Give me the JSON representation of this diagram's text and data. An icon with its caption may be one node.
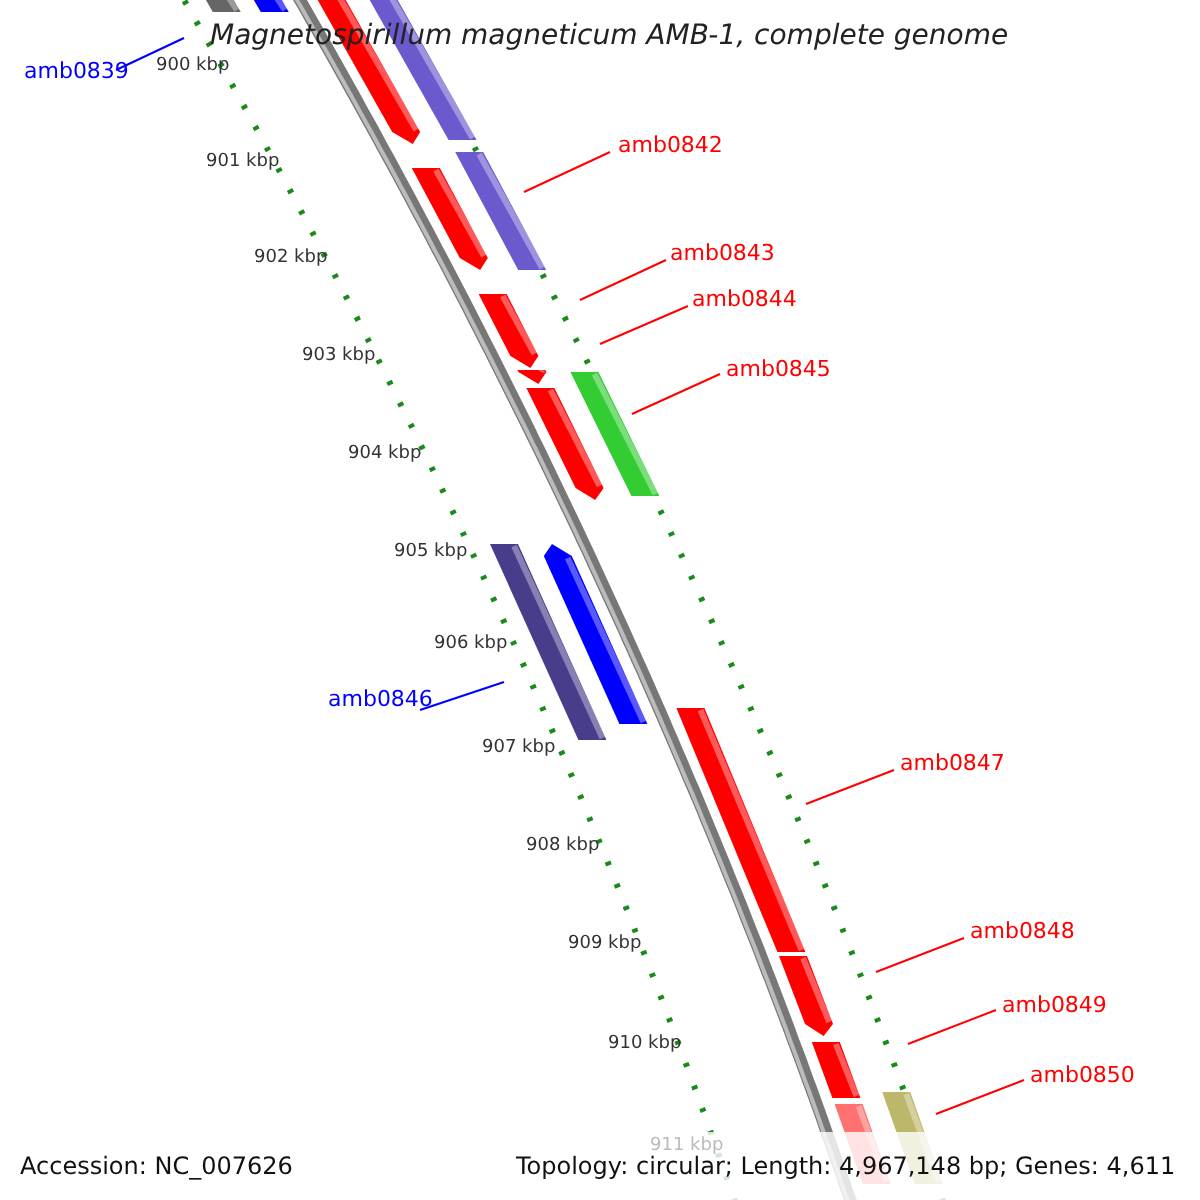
{
  "diagram": {
    "title": "Magnetospirillum magneticum AMB-1, complete genome",
    "nodes": [
      {
        "text": [
          "amb0839"
        ]
      },
      {
        "text": [
          "amb0842"
        ]
      },
      {
        "text": [
          "amb0843"
        ]
      },
      {
        "text": [
          "amb0844"
        ]
      },
      {
        "text": [
          "amb0845"
        ]
      },
      {
        "text": [
          "amb0846"
        ]
      },
      {
        "text": [
          "amb0847"
        ]
      },
      {
        "text": [
          "amb0848"
        ]
      },
      {
        "text": [
          "amb0849"
        ]
      },
      {
        "text": [
          "amb0850"
        ]
      }
    ],
    "edges": [
      {
        "from": 0,
        "to": null,
        "arrow": "none",
        "color": "#0000ff"
      },
      {
        "from": 1,
        "to": null,
        "arrow": "none"
      },
      {
        "from": 2,
        "to": null,
        "arrow": "none"
      },
      {
        "from": 3,
        "to": null,
        "arrow": "none"
      },
      {
        "from": 4,
        "to": null,
        "arrow": "none"
      },
      {
        "from": 5,
        "to": null,
        "arrow": "none",
        "color": "#0000ff"
      },
      {
        "from": 6,
        "to": null,
        "arrow": "none"
      },
      {
        "from": 7,
        "to": null,
        "arrow": "none"
      },
      {
        "from": 8,
        "to": null,
        "arrow": "none"
      },
      {
        "from": 9,
        "to": null,
        "arrow": "none"
      }
    ],
    "labels": [
      "900 kbp",
      "901 kbp",
      "902 kbp",
      "903 kbp",
      "904 kbp",
      "905 kbp",
      "906 kbp",
      "907 kbp",
      "908 kbp",
      "909 kbp",
      "910 kbp",
      "911 kbp",
      "Accession: NC_007626",
      "Topology: circular; Length: 4,967,148 bp; Genes: 4,611"
    ]
  }
}
